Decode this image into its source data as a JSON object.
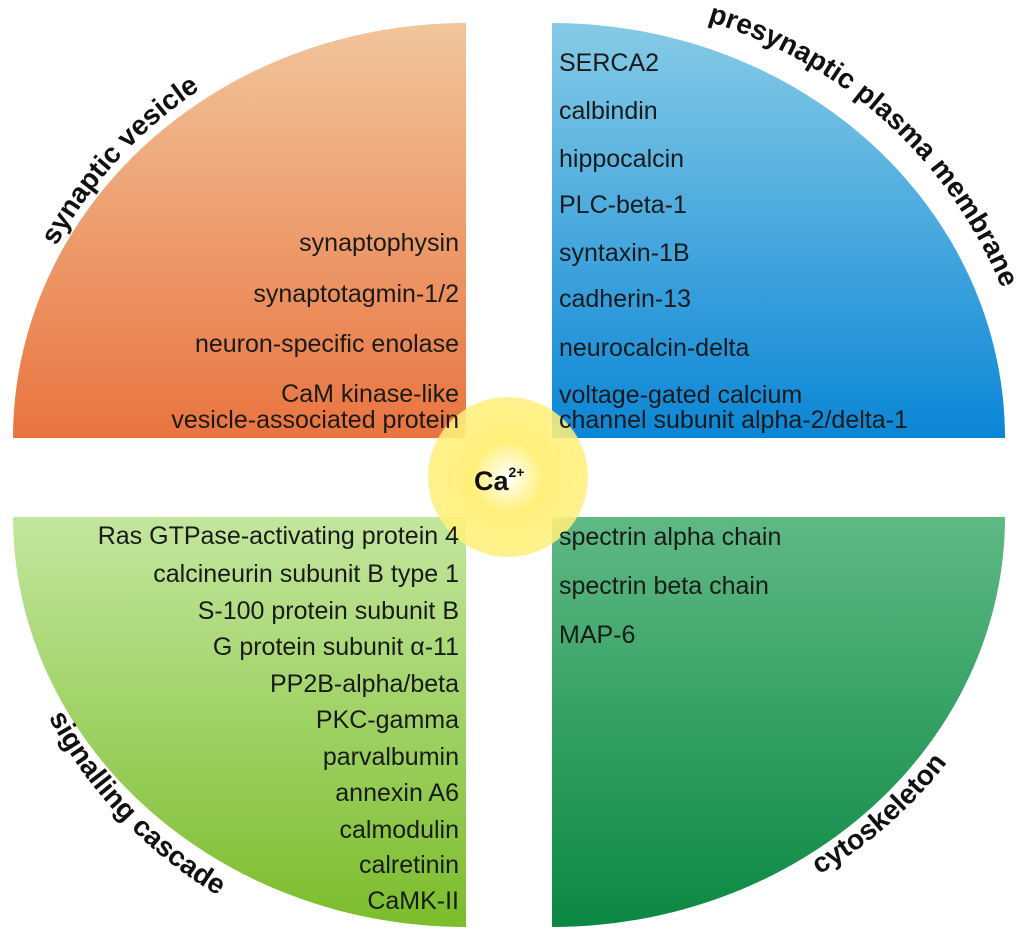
{
  "center": {
    "symbol": "Ca",
    "superscript": "2+"
  },
  "quadrants": {
    "synaptic_vesicle": {
      "title": "synaptic vesicle",
      "items": [
        "synaptophysin",
        "synaptotagmin-1/2",
        "neuron-specific enolase",
        "CaM kinase-like",
        "vesicle-associated protein"
      ]
    },
    "presynaptic_plasma_membrane": {
      "title": "presynaptic plasma membrane",
      "items": [
        "SERCA2",
        "calbindin",
        "hippocalcin",
        "PLC-beta-1",
        "syntaxin-1B",
        "cadherin-13",
        "neurocalcin-delta",
        "voltage-gated calcium",
        "channel subunit alpha-2/delta-1"
      ]
    },
    "signalling_cascade": {
      "title": "signalling cascade",
      "items": [
        "Ras GTPase-activating protein 4",
        "calcineurin subunit B type 1",
        "S-100 protein subunit B",
        "G protein subunit α-11",
        "PP2B-alpha/beta",
        "PKC-gamma",
        "parvalbumin",
        "annexin A6",
        "calmodulin",
        "calretinin",
        "CaMK-II"
      ]
    },
    "cytoskeleton": {
      "title": "cytoskeleton",
      "items": [
        "spectrin alpha chain",
        "spectrin beta chain",
        "MAP-6"
      ]
    }
  },
  "colors": {
    "synaptic_vesicle": [
      "#f1c59c",
      "#e9743f"
    ],
    "presynaptic_plasma_membrane": [
      "#86cbe6",
      "#0b86d6"
    ],
    "signalling_cascade": [
      "#c3e69e",
      "#7bbd2b"
    ],
    "cytoskeleton": [
      "#5fb984",
      "#0a8843"
    ],
    "center_glow": "#fff07a"
  }
}
